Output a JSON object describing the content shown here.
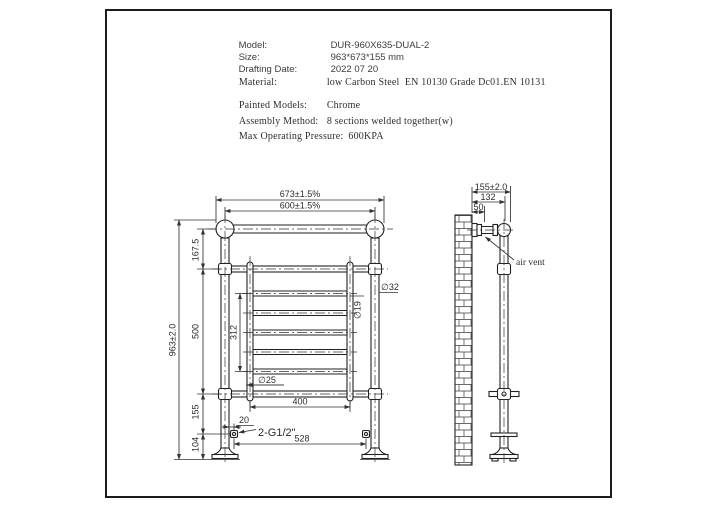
{
  "spec_table": {
    "rows": [
      {
        "label": "Model:",
        "value": "DUR-960X635-DUAL-2"
      },
      {
        "label": "Size:",
        "value": "963*673*155 mm"
      },
      {
        "label": "Drafting Date:",
        "value": "2022 07 20"
      },
      {
        "label": "Material:",
        "value": "low Carbon Steel  EN 10130 Grade Dc01.EN 10131"
      },
      {
        "label": "Painted Models:",
        "value": "Chrome"
      },
      {
        "label": "Assembly Method:",
        "value": "8 sections welded together(w)"
      },
      {
        "label": "Max Operating Pressure:",
        "value": "600KPA"
      }
    ]
  },
  "front_view": {
    "dims": {
      "overall_width": "673±1.5%",
      "post_spacing": "600±1.5%",
      "overall_height": "963±2.0",
      "top_section": "167.5",
      "middle_section": "500",
      "lower_section": "155",
      "base_section": "104",
      "rung_span": "312",
      "ladder_width": "400",
      "inlet_spacing": "528",
      "inlet_offset": "20",
      "inlet_thread": "2-G1/2\"",
      "post_diameter": "∅32",
      "rung_diameter": "∅19",
      "tube_diameter": "∅25"
    }
  },
  "side_view": {
    "dims": {
      "overall_depth": "155±2.0",
      "wall_to_pipe_center": "132",
      "wall_to_flange": "50"
    },
    "air_vent_label": "air vent"
  },
  "colors": {
    "line": "#222222",
    "text": "#2b2b2b",
    "background": "#ffffff"
  }
}
